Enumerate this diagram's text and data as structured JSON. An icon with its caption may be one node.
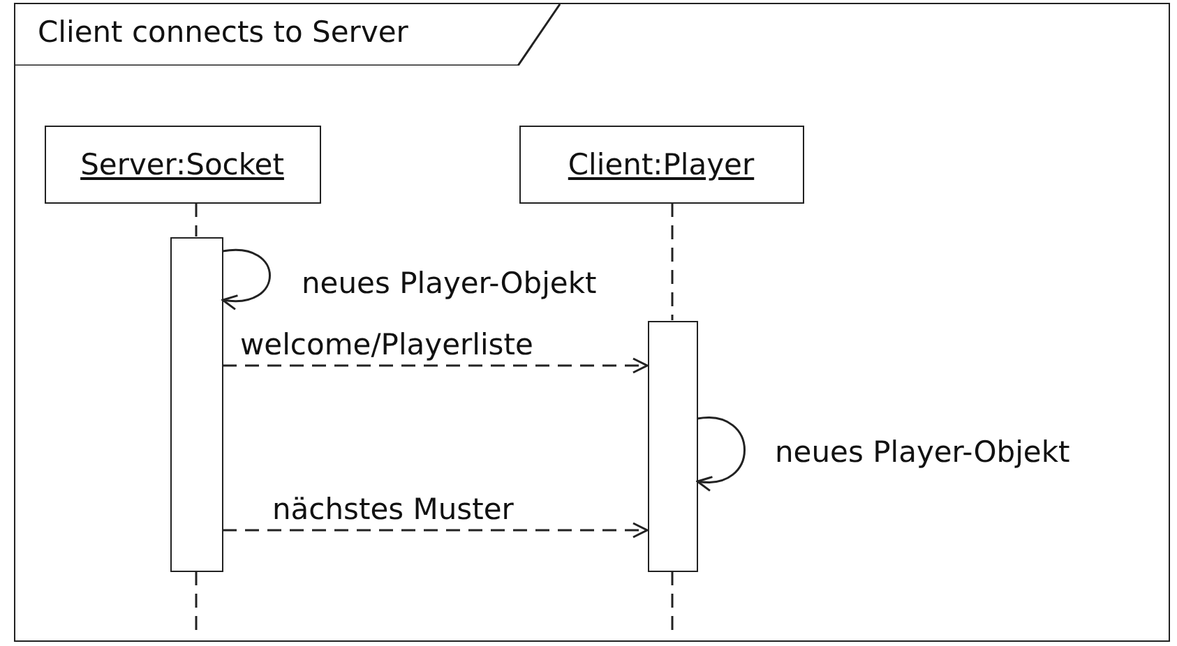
{
  "diagram": {
    "nodes": [
      {
        "text": [
          "Client connects to Server"
        ]
      },
      {
        "text": [
          "Server:Socket"
        ],
        "in": 0
      },
      {
        "text": [
          "Client:Player"
        ],
        "in": 0
      },
      {
        "text": [],
        "shape": "bar",
        "in": 0
      },
      {
        "text": [],
        "shape": "bar",
        "in": 0
      }
    ],
    "edges": [
      {
        "from": 1,
        "to": 3,
        "arrow": "none",
        "style": "dashed"
      },
      {
        "from": 2,
        "to": 4,
        "arrow": "none",
        "style": "dashed"
      },
      {
        "from": 3,
        "to": null,
        "arrow": "none",
        "style": "dashed"
      },
      {
        "from": 4,
        "to": null,
        "arrow": "none",
        "style": "dashed"
      },
      {
        "from": 3,
        "to": 3,
        "arrow": "to",
        "label": "neues Player-Objekt"
      },
      {
        "from": 3,
        "to": 4,
        "arrow": "to",
        "label": "welcome/Playerliste",
        "style": "dashed"
      },
      {
        "from": 4,
        "to": 4,
        "arrow": "to",
        "label": "neues Player-Objekt"
      },
      {
        "from": 3,
        "to": 4,
        "arrow": "to",
        "label": "nächstes Muster",
        "style": "dashed"
      }
    ]
  }
}
